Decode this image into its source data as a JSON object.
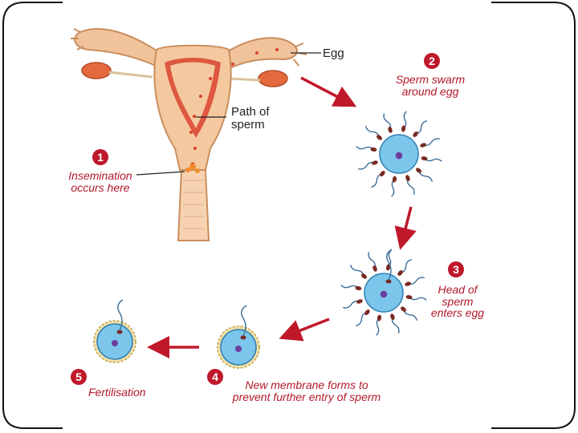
{
  "labels": {
    "egg": "Egg",
    "path_line1": "Path of",
    "path_line2": "sperm"
  },
  "steps": [
    {
      "number": "1",
      "lines": [
        "Insemination",
        "occurs here"
      ]
    },
    {
      "number": "2",
      "lines": [
        "Sperm swarm",
        "around egg"
      ]
    },
    {
      "number": "3",
      "lines": [
        "Head of",
        "sperm",
        "enters egg"
      ]
    },
    {
      "number": "4",
      "lines": [
        "New membrane forms to",
        "prevent further entry of sperm"
      ]
    },
    {
      "number": "5",
      "lines": [
        "Fertilisation"
      ]
    }
  ],
  "colors": {
    "accent_red": "#c0182b",
    "egg_fill": "#7cc6ec",
    "nucleus": "#6b3fa0",
    "sperm_head": "#7a2a22",
    "tail": "#3f6e98",
    "uterus": "#f4c9a0"
  }
}
